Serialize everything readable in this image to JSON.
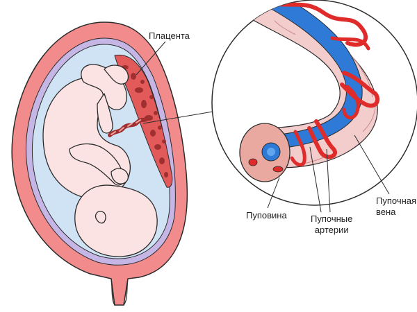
{
  "labels": {
    "placenta": "Плацента",
    "umbilical_cord": "Пуповина",
    "umbilical_arteries": "Пупочные\nартерии",
    "umbilical_vein": "Пупочная\nвена"
  },
  "colors": {
    "uterus_wall": "#f28b8b",
    "uterus_outline": "#2b2b2b",
    "amniotic_fluid": "#cfe3f5",
    "amnion_membrane": "#c6b6e6",
    "fetus_skin": "#fbe3e3",
    "placenta": "#e35a5a",
    "placenta_tissue": "#a03030",
    "cord_tissue": "#f3cccc",
    "vein": "#2f7ad6",
    "artery": "#e02b2b",
    "line": "#2b2b2b"
  }
}
